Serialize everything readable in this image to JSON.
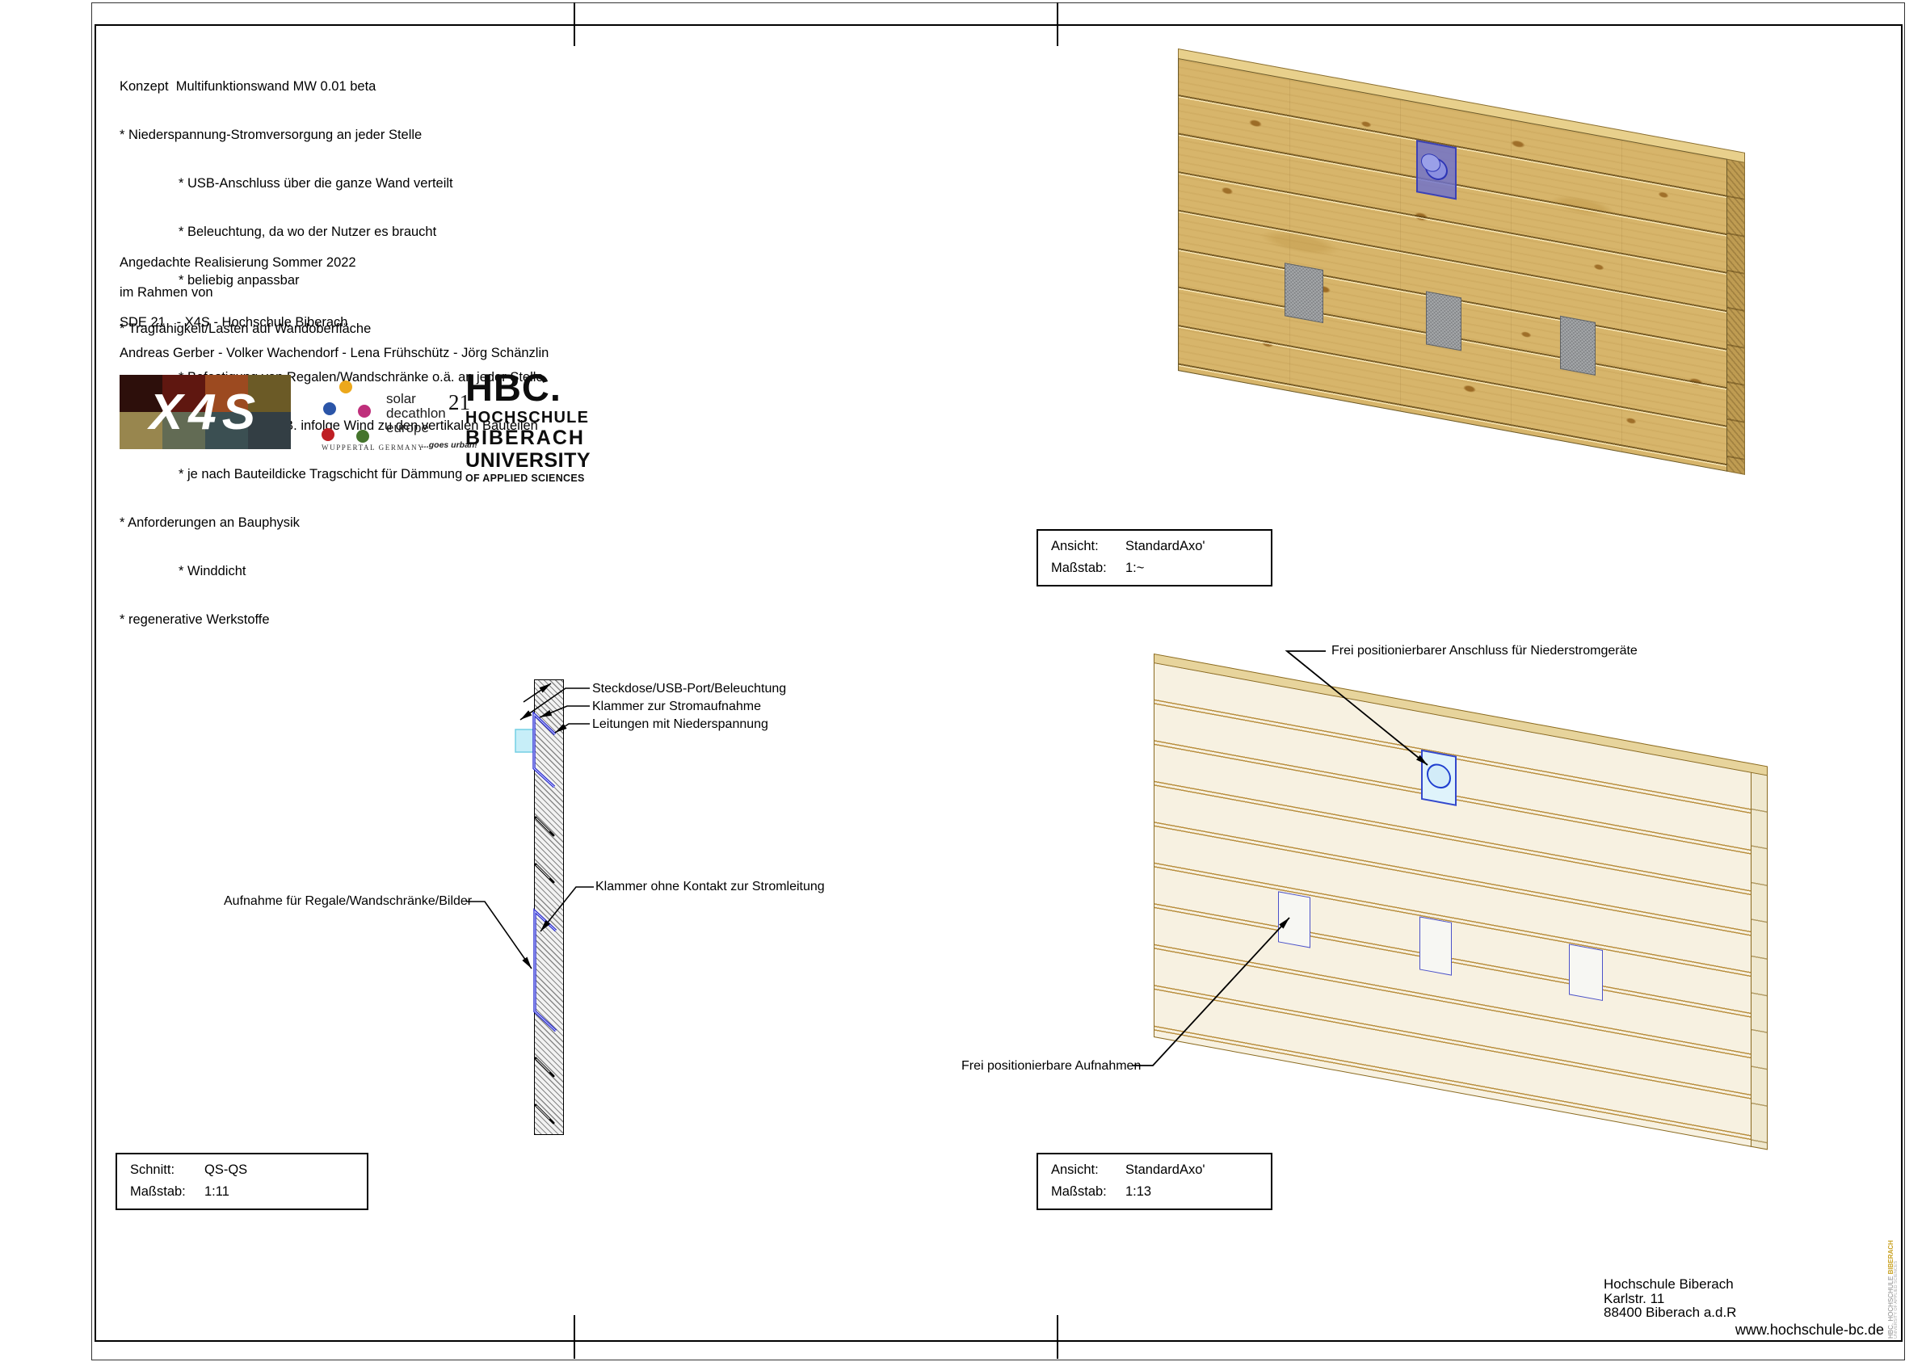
{
  "concept": {
    "title": "Konzept  Multifunktionswand MW 0.01 beta",
    "bullets": [
      "* Niederspannung-Stromversorgung an jeder Stelle",
      "* USB-Anschluss über die ganze Wand verteilt",
      "* Beleuchtung, da wo der Nutzer es braucht",
      "* beliebig anpassbar",
      "* Tragfähigkeit/Lasten auf Wandoberfläche",
      "* Befestigung von Regalen/Wandschränke o.ä. an jeder Stelle",
      "* Lastverteilung z.B. infolge Wind zu den vertikalen Bauteilen",
      "* je nach Bauteildicke Tragschicht für Dämmung",
      "* Anforderungen an Bauphysik",
      "* Winddicht",
      "* regenerative Werkstoffe"
    ],
    "indents": [
      0,
      1,
      1,
      1,
      0,
      1,
      1,
      1,
      0,
      1,
      0
    ],
    "realization": "Angedachte Realisierung Sommer 2022",
    "context": "im Rahmen von",
    "program": "SDE 21   - X4S - Hochschule Biberach",
    "authors": "Andreas Gerber - Volker Wachendorf - Lena Frühschütz - Jörg Schänzlin"
  },
  "logos": {
    "x4s": "X4S",
    "sde": {
      "word1": "solar",
      "word2": "decathlon",
      "word3": "europe",
      "year": "21",
      "sub": "WUPPERTAL GERMANY",
      "tag": "...goes urban!"
    },
    "hbc": {
      "line1": "HBC.",
      "line2": "HOCHSCHULE",
      "line3": "BIBERACH",
      "line4": "UNIVERSITY",
      "line5": "OF APPLIED SCIENCES"
    }
  },
  "views": {
    "axo_top": {
      "label1": "Ansicht:",
      "value1": "StandardAxo'",
      "label2": "Maßstab:",
      "value2": "1:~"
    },
    "section": {
      "label1": "Schnitt:",
      "value1": "QS-QS",
      "label2": "Maßstab:",
      "value2": "1:11",
      "ann1": "Steckdose/USB-Port/Beleuchtung",
      "ann2": "Klammer zur Stromaufnahme",
      "ann3": "Leitungen mit Niederspannung",
      "ann4": "Klammer ohne Kontakt zur Stromleitung",
      "ann5": "Aufnahme für Regale/Wandschränke/Bilder"
    },
    "axo_bottom": {
      "label1": "Ansicht:",
      "value1": "StandardAxo'",
      "label2": "Maßstab:",
      "value2": "1:13",
      "ann1": "Frei positionierbarer Anschluss für Niederstromgeräte",
      "ann2": "Frei positionierbare Aufnahmen"
    }
  },
  "footer": {
    "address1": "Hochschule Biberach",
    "address2": "Karlstr. 11",
    "address3": "88400 Biberach a.d.R",
    "website": "www.hochschule-bc.de",
    "side_main": "HBC. HOCHSCHULE ",
    "side_gold": "BIBERACH",
    "side_small": "UNIVERSITY OF APPLIED SCIENCES"
  },
  "colors": {
    "wood_base": "#d7b56b",
    "cream_wall": "#f7f1e1",
    "plank_line": "#b98f3f",
    "clamp_blue": "#2a2ad0",
    "outlet_cyan": "#c7eef8",
    "square_blue": "#6c70cd",
    "square_gray": "#939699",
    "sde_yellow": "#eca81c",
    "sde_blue": "#2b55a8",
    "sde_magenta": "#bf2f7b",
    "sde_red": "#bf1f24",
    "sde_green": "#44742c",
    "hbc_gold": "#c8a120"
  }
}
